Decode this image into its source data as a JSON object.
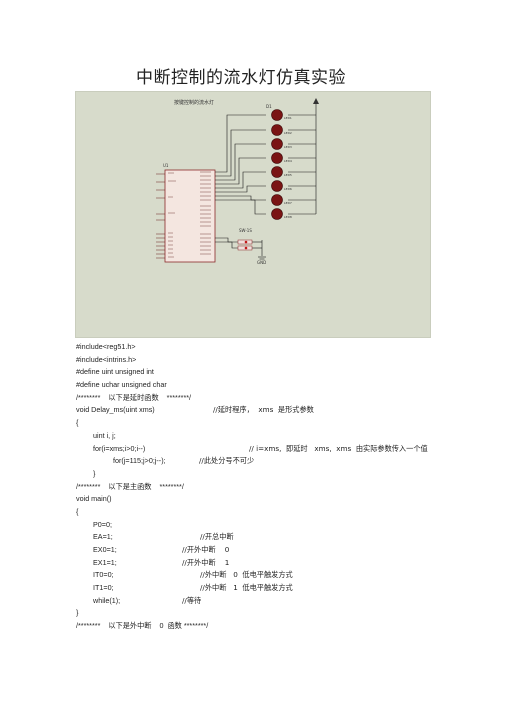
{
  "title": "中断控制的流水灯仿真实验",
  "schematic": {
    "caption": "按键控制的流水灯",
    "chip_label": "U1",
    "bus_label": "D1",
    "switch_label": "SW-1S",
    "ground_label": "GND",
    "led_labels": [
      "LED1",
      "LED2",
      "LED3",
      "LED4",
      "LED5",
      "LED6",
      "LED7",
      "LED8"
    ]
  },
  "code": {
    "l1": "#include<reg51.h>",
    "l2": "#include<intrins.h>",
    "l3": "#define uint unsigned int",
    "l4": "#define uchar unsigned char",
    "l5": "/********    以下是延时函数    ********/",
    "l6": "void Delay_ms(uint xms)",
    "l6c": "//延时程序，  xms  是形式参数",
    "l7": "{",
    "l8": "uint i, j;",
    "l9": "for(i=xms;i>0;i--)",
    "l9c": "// i=xms,  即延时   xms,  xms  由实际参数传入一个值",
    "l10": "for(j=115;j>0;j--);",
    "l10c": "//此处分号不可少",
    "l11": "}",
    "l12": "/********    以下是主函数    ********/",
    "l13": "void main()",
    "l14": "{",
    "l15": "P0=0;",
    "l16": "EA=1;",
    "l16c": "//开总中断",
    "l17": "EX0=1;",
    "l17c": "//开外中断    0",
    "l18": "EX1=1;",
    "l18c": "//开外中断    1",
    "l19": "IT0=0;",
    "l19c": "//外中断   0  低电平触发方式",
    "l20": "IT1=0;",
    "l20c": "//外中断   1  低电平触发方式",
    "l21": "while(1);",
    "l21c": "//等待",
    "l22": "}",
    "l23": "/********    以下是外中断    0  函数 ********/"
  }
}
